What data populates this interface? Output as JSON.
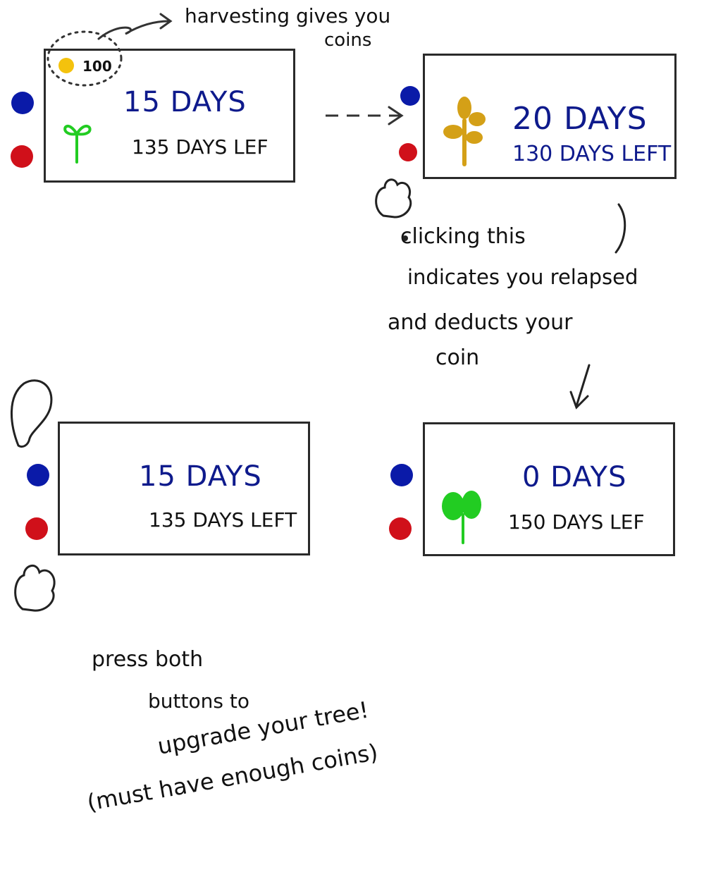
{
  "annotations": {
    "harvest_note_line1": "harvesting gives you",
    "harvest_note_line2": "coins",
    "relapse_note_lines": [
      "clicking this",
      "indicates you relapsed",
      "and deducts your",
      "coin"
    ],
    "upgrade_note_lines": [
      "press both",
      "buttons to",
      "upgrade your tree!",
      "(must have enough coins)"
    ]
  },
  "panels": [
    {
      "id": "panel-1",
      "coins": "100",
      "days_big": "15 DAYS",
      "days_left": "135 DAYS LEF",
      "plant": "green-sprout-icon"
    },
    {
      "id": "panel-2",
      "days_big": "20 DAYS",
      "days_left": "130 DAYS LEFT",
      "plant": "golden-plant-icon"
    },
    {
      "id": "panel-3",
      "days_big": "15 DAYS",
      "days_left": "135 DAYS LEFT"
    },
    {
      "id": "panel-4",
      "days_big": "0 DAYS",
      "days_left": "150 DAYS LEF",
      "plant": "green-seedling-icon"
    }
  ],
  "colors": {
    "blue_button": "#0a1aa8",
    "red_button": "#d0101a",
    "coin": "#f4c20d",
    "days_text": "#0e1a8c",
    "sprout_green": "#22cc22",
    "golden_plant": "#d4a017"
  },
  "icons": [
    "coin-icon",
    "green-sprout-icon",
    "golden-plant-icon",
    "green-seedling-icon",
    "hand-pointer-icon"
  ]
}
